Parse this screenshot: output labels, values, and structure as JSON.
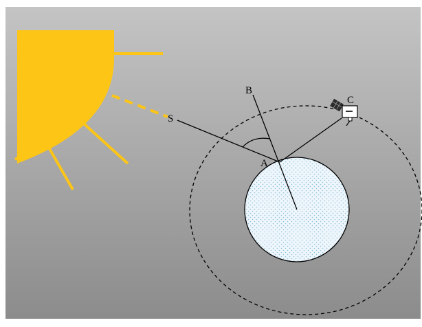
{
  "labels": {
    "point_b": "B",
    "point_c": "C",
    "point_s": "S",
    "point_a": "A"
  },
  "colors": {
    "background_top": "#c4c4c4",
    "background_bottom": "#8c8c8c",
    "sun": "#fdc516",
    "earth_fill": "#eef6fb",
    "earth_dots": "#8fc2dc",
    "lines": "#000000",
    "satellite_body": "#ffffff",
    "solar_panel": "#2b2b2b"
  },
  "icons": {
    "sun": "sun-icon",
    "satellite": "satellite-icon",
    "earth": "earth-icon"
  }
}
